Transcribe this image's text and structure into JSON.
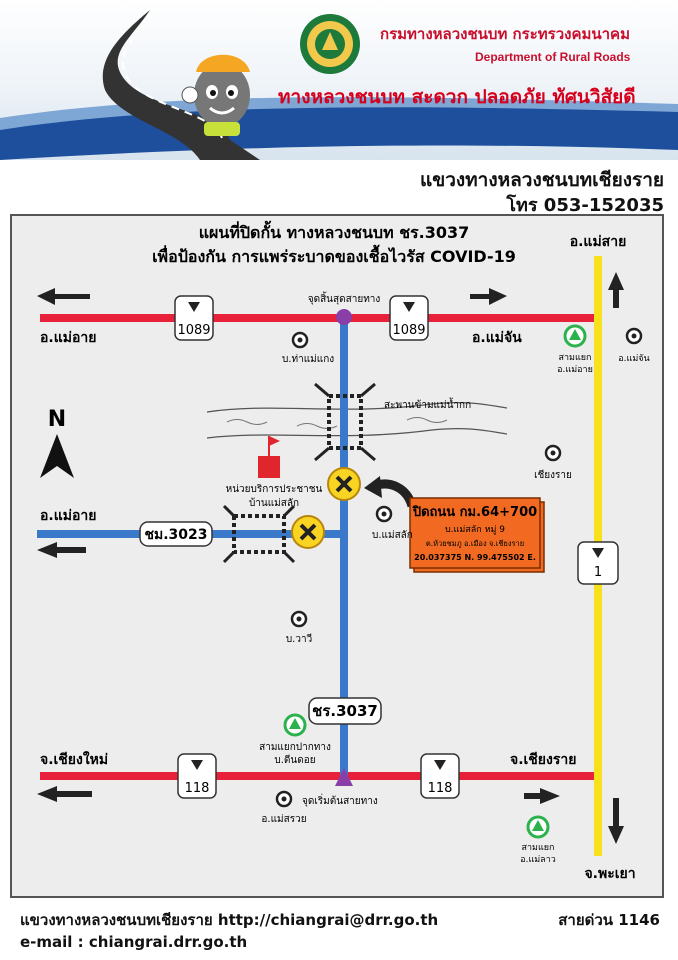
{
  "header": {
    "org_thai": "กรมทางหลวงชนบท กระทรวงคมนาคม",
    "org_english": "Department of Rural Roads",
    "slogan": "ทางหลวงชนบท สะดวก ปลอดภัย ทัศนวิสัยดี",
    "office": "แขวงทางหลวงชนบทเชียงราย",
    "phone": "โทร 053-152035"
  },
  "map": {
    "title_line1": "แผนที่ปิดกั้น ทางหลวงชนบท ชร.3037",
    "title_line2": "เพื่อป้องกัน การแพร่ระบาดของเชื้อไวรัส COVID-19",
    "north": "N",
    "roads": {
      "top_route_left": "1089",
      "top_route_right": "1089",
      "bottom_route_left": "118",
      "bottom_route_right": "118",
      "right_route": "1",
      "side_road": "ชม.3023",
      "main_road": "ชร.3037"
    },
    "places": {
      "mae_ai_top": "อ.แม่อาย",
      "mae_chan": "อ.แม่จัน",
      "mae_sai": "อ.แม่สาย",
      "road_end": "จุดสิ้นสุดสายทาง",
      "tha_mae_kaeng": "บ.ท่าแม่แกง",
      "junction_mae_ai_1": "สามแยก",
      "junction_mae_ai_2": "อ.แม่อาย",
      "mae_chan_dot": "อ.แม่จัน",
      "bridge": "สะพานข้ามแม่น้ำกก",
      "chiang_rai_dot": "เชียงราย",
      "service_unit_1": "หน่วยบริการประชาชน",
      "service_unit_2": "บ้านแม่สลัก",
      "mae_ai_left": "อ.แม่อาย",
      "ban_mae_salak": "บ.แม่สลัก",
      "ban_wari": "บ.วาวี",
      "junction_tin_doi_1": "สามแยกปากทาง",
      "junction_tin_doi_2": "บ.ตีนดอย",
      "road_start": "จุดเริ่มต้นสายทาง",
      "mae_suai": "อ.แม่สรวย",
      "chiang_mai": "จ.เชียงใหม่",
      "chiang_rai_prov": "จ.เชียงราย",
      "junction_mae_lao_1": "สามแยก",
      "junction_mae_lao_2": "อ.แม่ลาว",
      "phayao": "จ.พะเยา"
    },
    "closure": {
      "title": "ปิดถนน กม.64+700",
      "line1": "บ.แม่สลัก หมู่ 9",
      "line2": "ต.ห้วยชมภู อ.เมือง จ.เชียงราย",
      "coords": "20.037375 N.  99.475502 E."
    },
    "colors": {
      "highway_red": "#e8213a",
      "main_road_blue": "#3a78c9",
      "side_road_blue": "#3a78c9",
      "route_1_yellow": "#f7e11b",
      "closure_box": "#f26a21",
      "closure_marker": "#f9d423",
      "junction_green": "#2bb24c",
      "endpoint_purple": "#8a3fa8"
    }
  },
  "footer": {
    "office": "แขวงทางหลวงชนบทเชียงราย  http://chiangrai@drr.go.th",
    "hotline": "สายด่วน 1146",
    "email": "e-mail : chiangrai.drr.go.th"
  }
}
